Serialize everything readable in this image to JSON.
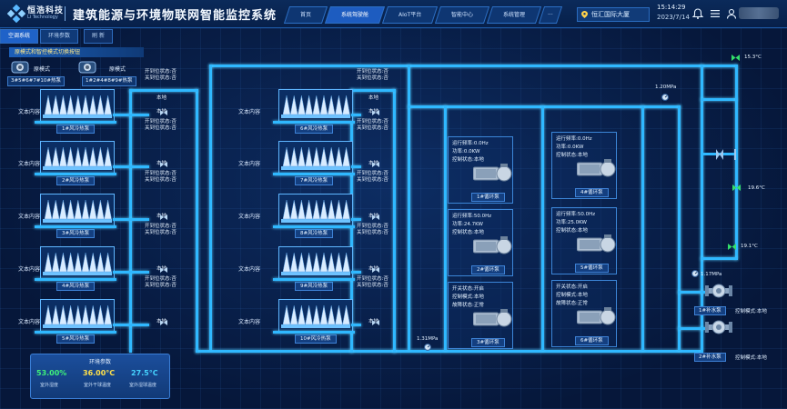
{
  "header": {
    "logo_name": "恒浩科技",
    "logo_sub": "Li Technology",
    "title": "建筑能源与环境物联网智能监控系统",
    "nav": [
      {
        "label": "首页",
        "active": false
      },
      {
        "label": "系统驾驶舱",
        "active": true
      },
      {
        "label": "AIoT平台",
        "active": false
      },
      {
        "label": "智能中心",
        "active": false
      },
      {
        "label": "系统管理",
        "active": false
      },
      {
        "label": "···",
        "active": false
      }
    ],
    "location": "恒汇国际大厦",
    "time": "15:14:29",
    "date": "2023/7/14"
  },
  "subtabs": [
    {
      "label": "空调系统",
      "active": true
    },
    {
      "label": "环境参数",
      "active": false
    },
    {
      "label": "刷 新",
      "active": false
    }
  ],
  "mode_strip": "原模式和智控模式切换按钮",
  "modes": [
    {
      "label": "原模式",
      "value": "3#5#6#7#10#热泵"
    },
    {
      "label": "原模式",
      "value": "1#2#4#8#9#热泵"
    }
  ],
  "left_towers": [
    {
      "label": "1#风冷热泵",
      "side": "文本内容",
      "valve1": "开到位状态:否",
      "valve2": "关到位状态:否",
      "local": "本地"
    },
    {
      "label": "2#风冷热泵",
      "side": "文本内容",
      "valve1": "开到位状态:否",
      "valve2": "关到位状态:否",
      "local": "本地"
    },
    {
      "label": "3#风冷热泵",
      "side": "文本内容",
      "valve1": "开到位状态:否",
      "valve2": "关到位状态:否",
      "local": "本地"
    },
    {
      "label": "4#风冷热泵",
      "side": "文本内容",
      "valve1": "开到位状态:否",
      "valve2": "关到位状态:否",
      "local": "本地"
    },
    {
      "label": "5#风冷热泵",
      "side": "文本内容",
      "valve1": "",
      "valve2": "",
      "local": "本地"
    }
  ],
  "left_top_valve": {
    "v1": "开到位状态:否",
    "v2": "关到位状态:否",
    "local": "本地"
  },
  "right_towers": [
    {
      "label": "6#风冷热泵",
      "side": "文本内容",
      "valve1": "开到位状态:否",
      "valve2": "关到位状态:否",
      "local": "本地"
    },
    {
      "label": "7#风冷热泵",
      "side": "文本内容",
      "valve1": "开到位状态:否",
      "valve2": "关到位状态:否",
      "local": "本地"
    },
    {
      "label": "8#风冷热泵",
      "side": "文本内容",
      "valve1": "开到位状态:否",
      "valve2": "关到位状态:否",
      "local": "本地"
    },
    {
      "label": "9#风冷热泵",
      "side": "文本内容",
      "valve1": "开到位状态:否",
      "valve2": "关到位状态:否",
      "local": "本地"
    },
    {
      "label": "10#风冷热泵",
      "side": "文本内容",
      "valve1": "",
      "valve2": "",
      "local": "本地"
    }
  ],
  "right_top_valve": {
    "v1": "开到位状态:否",
    "v2": "关到位状态:否",
    "local": "本地"
  },
  "pumps": [
    {
      "label": "1#循环泵",
      "lines": [
        "运行频率:0.0Hz",
        "功率:0.0KW",
        "控制状态:本地"
      ]
    },
    {
      "label": "2#循环泵",
      "lines": [
        "运行频率:50.0Hz",
        "功率:24.7KW",
        "控制状态:本地"
      ]
    },
    {
      "label": "3#循环泵",
      "lines": [
        "开关状态:开启",
        "控制模式:本地",
        "故障状态:正常"
      ]
    },
    {
      "label": "4#循环泵",
      "lines": [
        "运行频率:0.0Hz",
        "功率:0.0KW",
        "控制状态:本地"
      ]
    },
    {
      "label": "5#循环泵",
      "lines": [
        "运行频率:50.0Hz",
        "功率:25.0KW",
        "控制状态:本地"
      ]
    },
    {
      "label": "6#循环泵",
      "lines": [
        "开关状态:开启",
        "控制模式:本地",
        "故障状态:正常"
      ]
    }
  ],
  "pressures": {
    "p1": "1.20MPa",
    "p2": "1.31MPa",
    "p3": "1.17MPa"
  },
  "temps": {
    "t1": "15.3°C",
    "t2": "19.6°C",
    "t3": "19.1°C"
  },
  "replenish": [
    {
      "label": "1#补水泵",
      "mode": "控制模式:本地"
    },
    {
      "label": "2#补水泵",
      "mode": "控制模式:本地"
    }
  ],
  "env": {
    "title": "环境参数",
    "items": [
      {
        "value": "53.00%",
        "label": "室外湿度",
        "color": "#3ff07a"
      },
      {
        "value": "36.00°C",
        "label": "室外干球温度",
        "color": "#ffe14a"
      },
      {
        "value": "27.5°C",
        "label": "室外湿球温度",
        "color": "#45d3ff"
      }
    ]
  },
  "colors": {
    "pipe": "#2fb8ff",
    "accent": "#1f62c8",
    "valve_green": "#33e06a"
  }
}
